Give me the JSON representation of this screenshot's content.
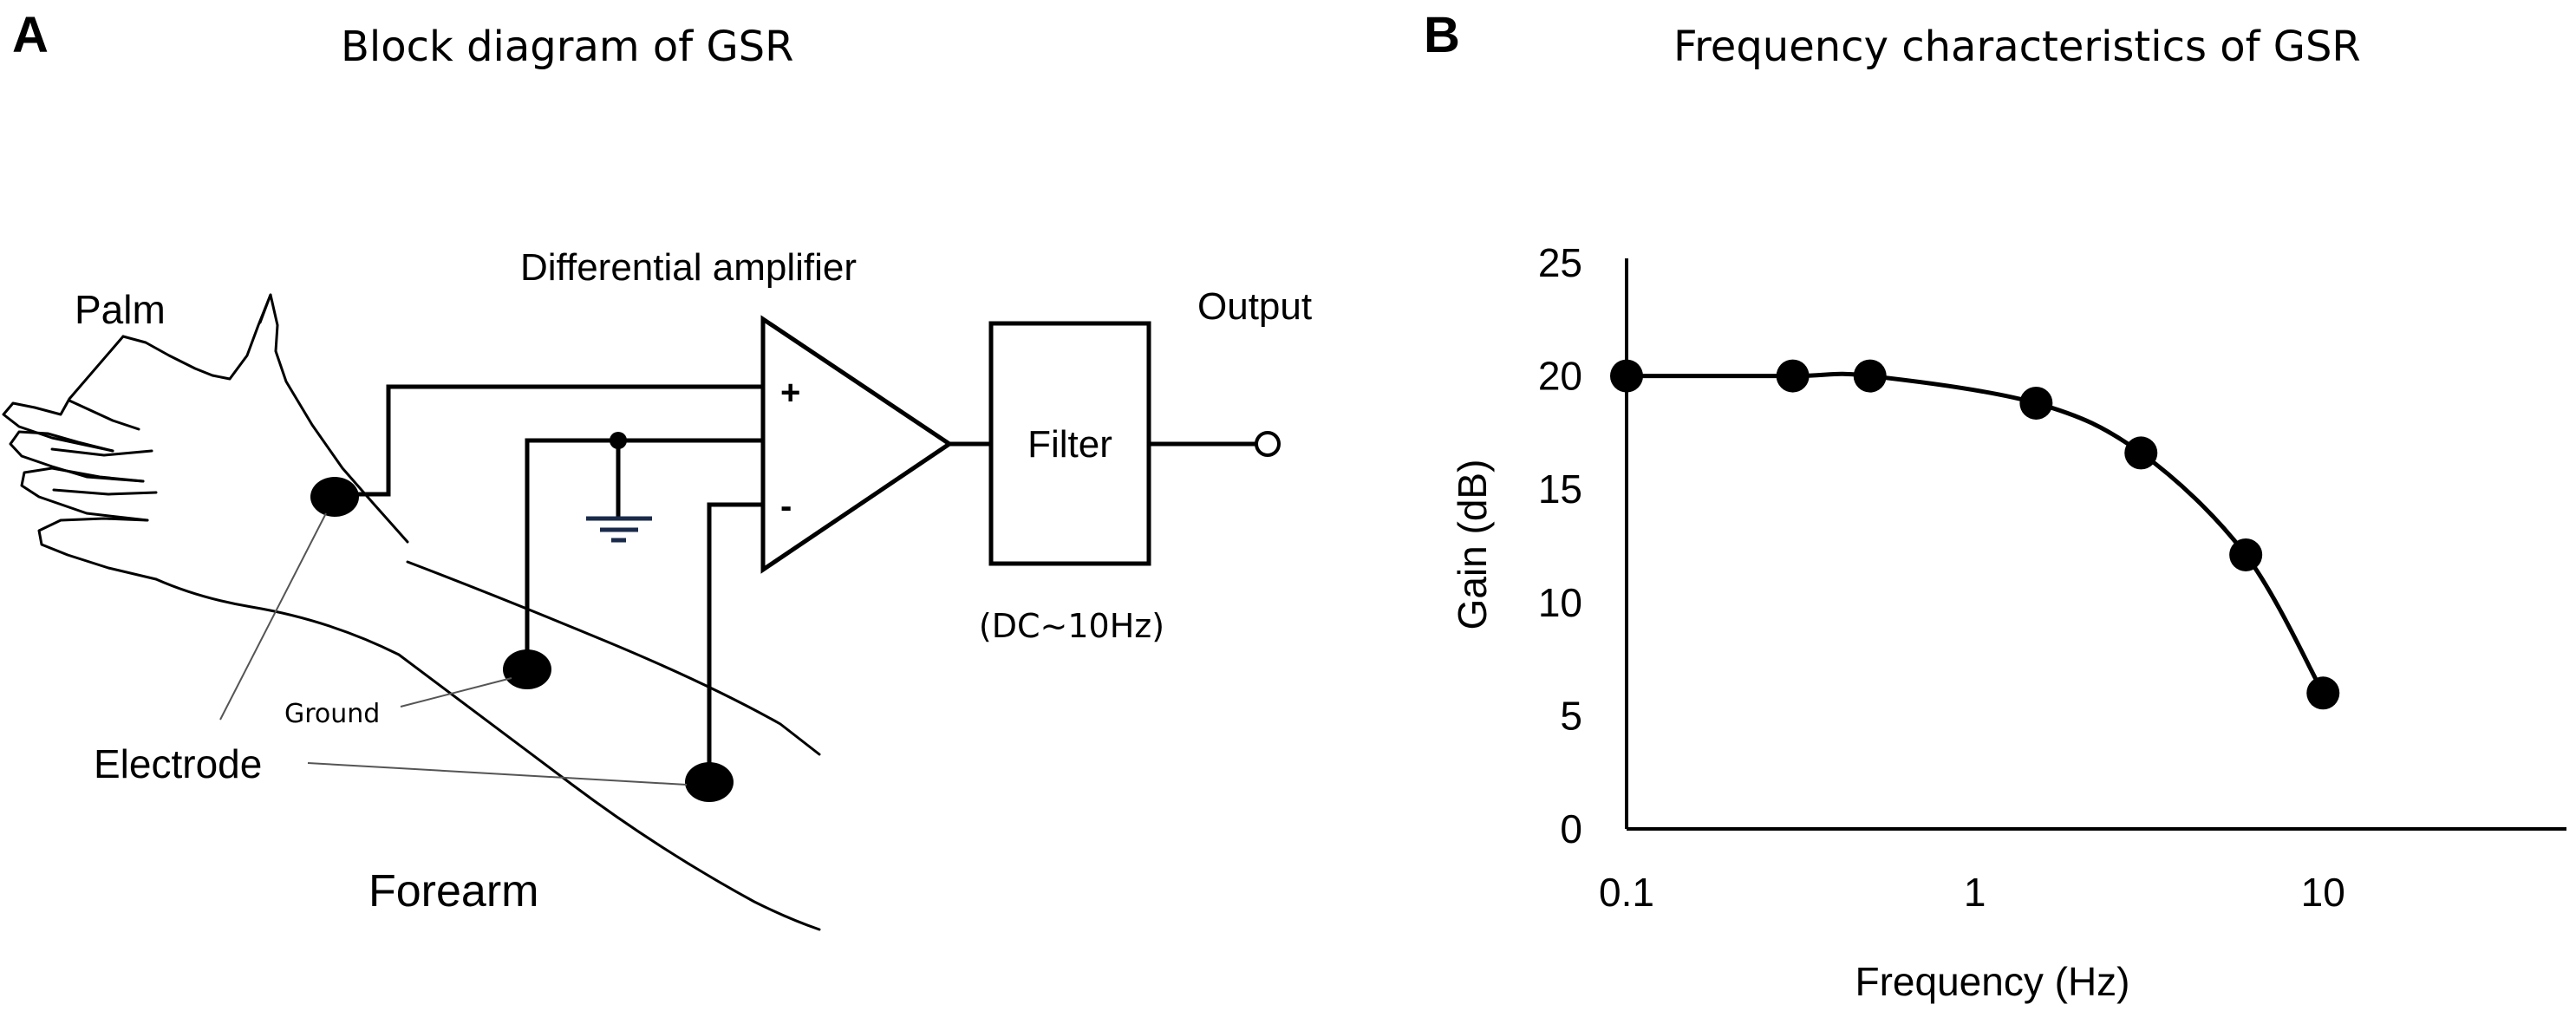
{
  "panel_a": {
    "letter": "A",
    "title": "Block diagram of GSR",
    "palm_label": "Palm",
    "forearm_label": "Forearm",
    "electrode_label": "Electrode",
    "ground_label": "Ground",
    "amplifier_label": "Differential amplifier",
    "plus_sign": "+",
    "minus_sign": "-",
    "filter_label": "Filter",
    "filter_range": "(DC~10Hz)",
    "output_label": "Output"
  },
  "panel_b": {
    "letter": "B",
    "title": "Frequency characteristics of GSR"
  },
  "chart_data": {
    "type": "line",
    "title": "Frequency characteristics of GSR",
    "xlabel": "Frequency (Hz)",
    "ylabel": "Gain (dB)",
    "x_scale": "log",
    "xlim": [
      0.1,
      50
    ],
    "ylim": [
      0,
      25
    ],
    "x_ticks": [
      0.1,
      1,
      10
    ],
    "x_tick_labels": [
      "0.1",
      "1",
      "10"
    ],
    "y_ticks": [
      0,
      5,
      10,
      15,
      20,
      25
    ],
    "y_tick_labels": [
      "0",
      "5",
      "10",
      "15",
      "20",
      "25"
    ],
    "grid": false,
    "legend": "none",
    "marker": "filled-circle",
    "line_style": "smooth",
    "points": [
      {
        "x": 0.1,
        "y": 20
      },
      {
        "x": 0.3,
        "y": 20
      },
      {
        "x": 0.5,
        "y": 20
      },
      {
        "x": 1.5,
        "y": 18.8
      },
      {
        "x": 3,
        "y": 16.6
      },
      {
        "x": 6,
        "y": 12.1
      },
      {
        "x": 10,
        "y": 6
      }
    ]
  }
}
